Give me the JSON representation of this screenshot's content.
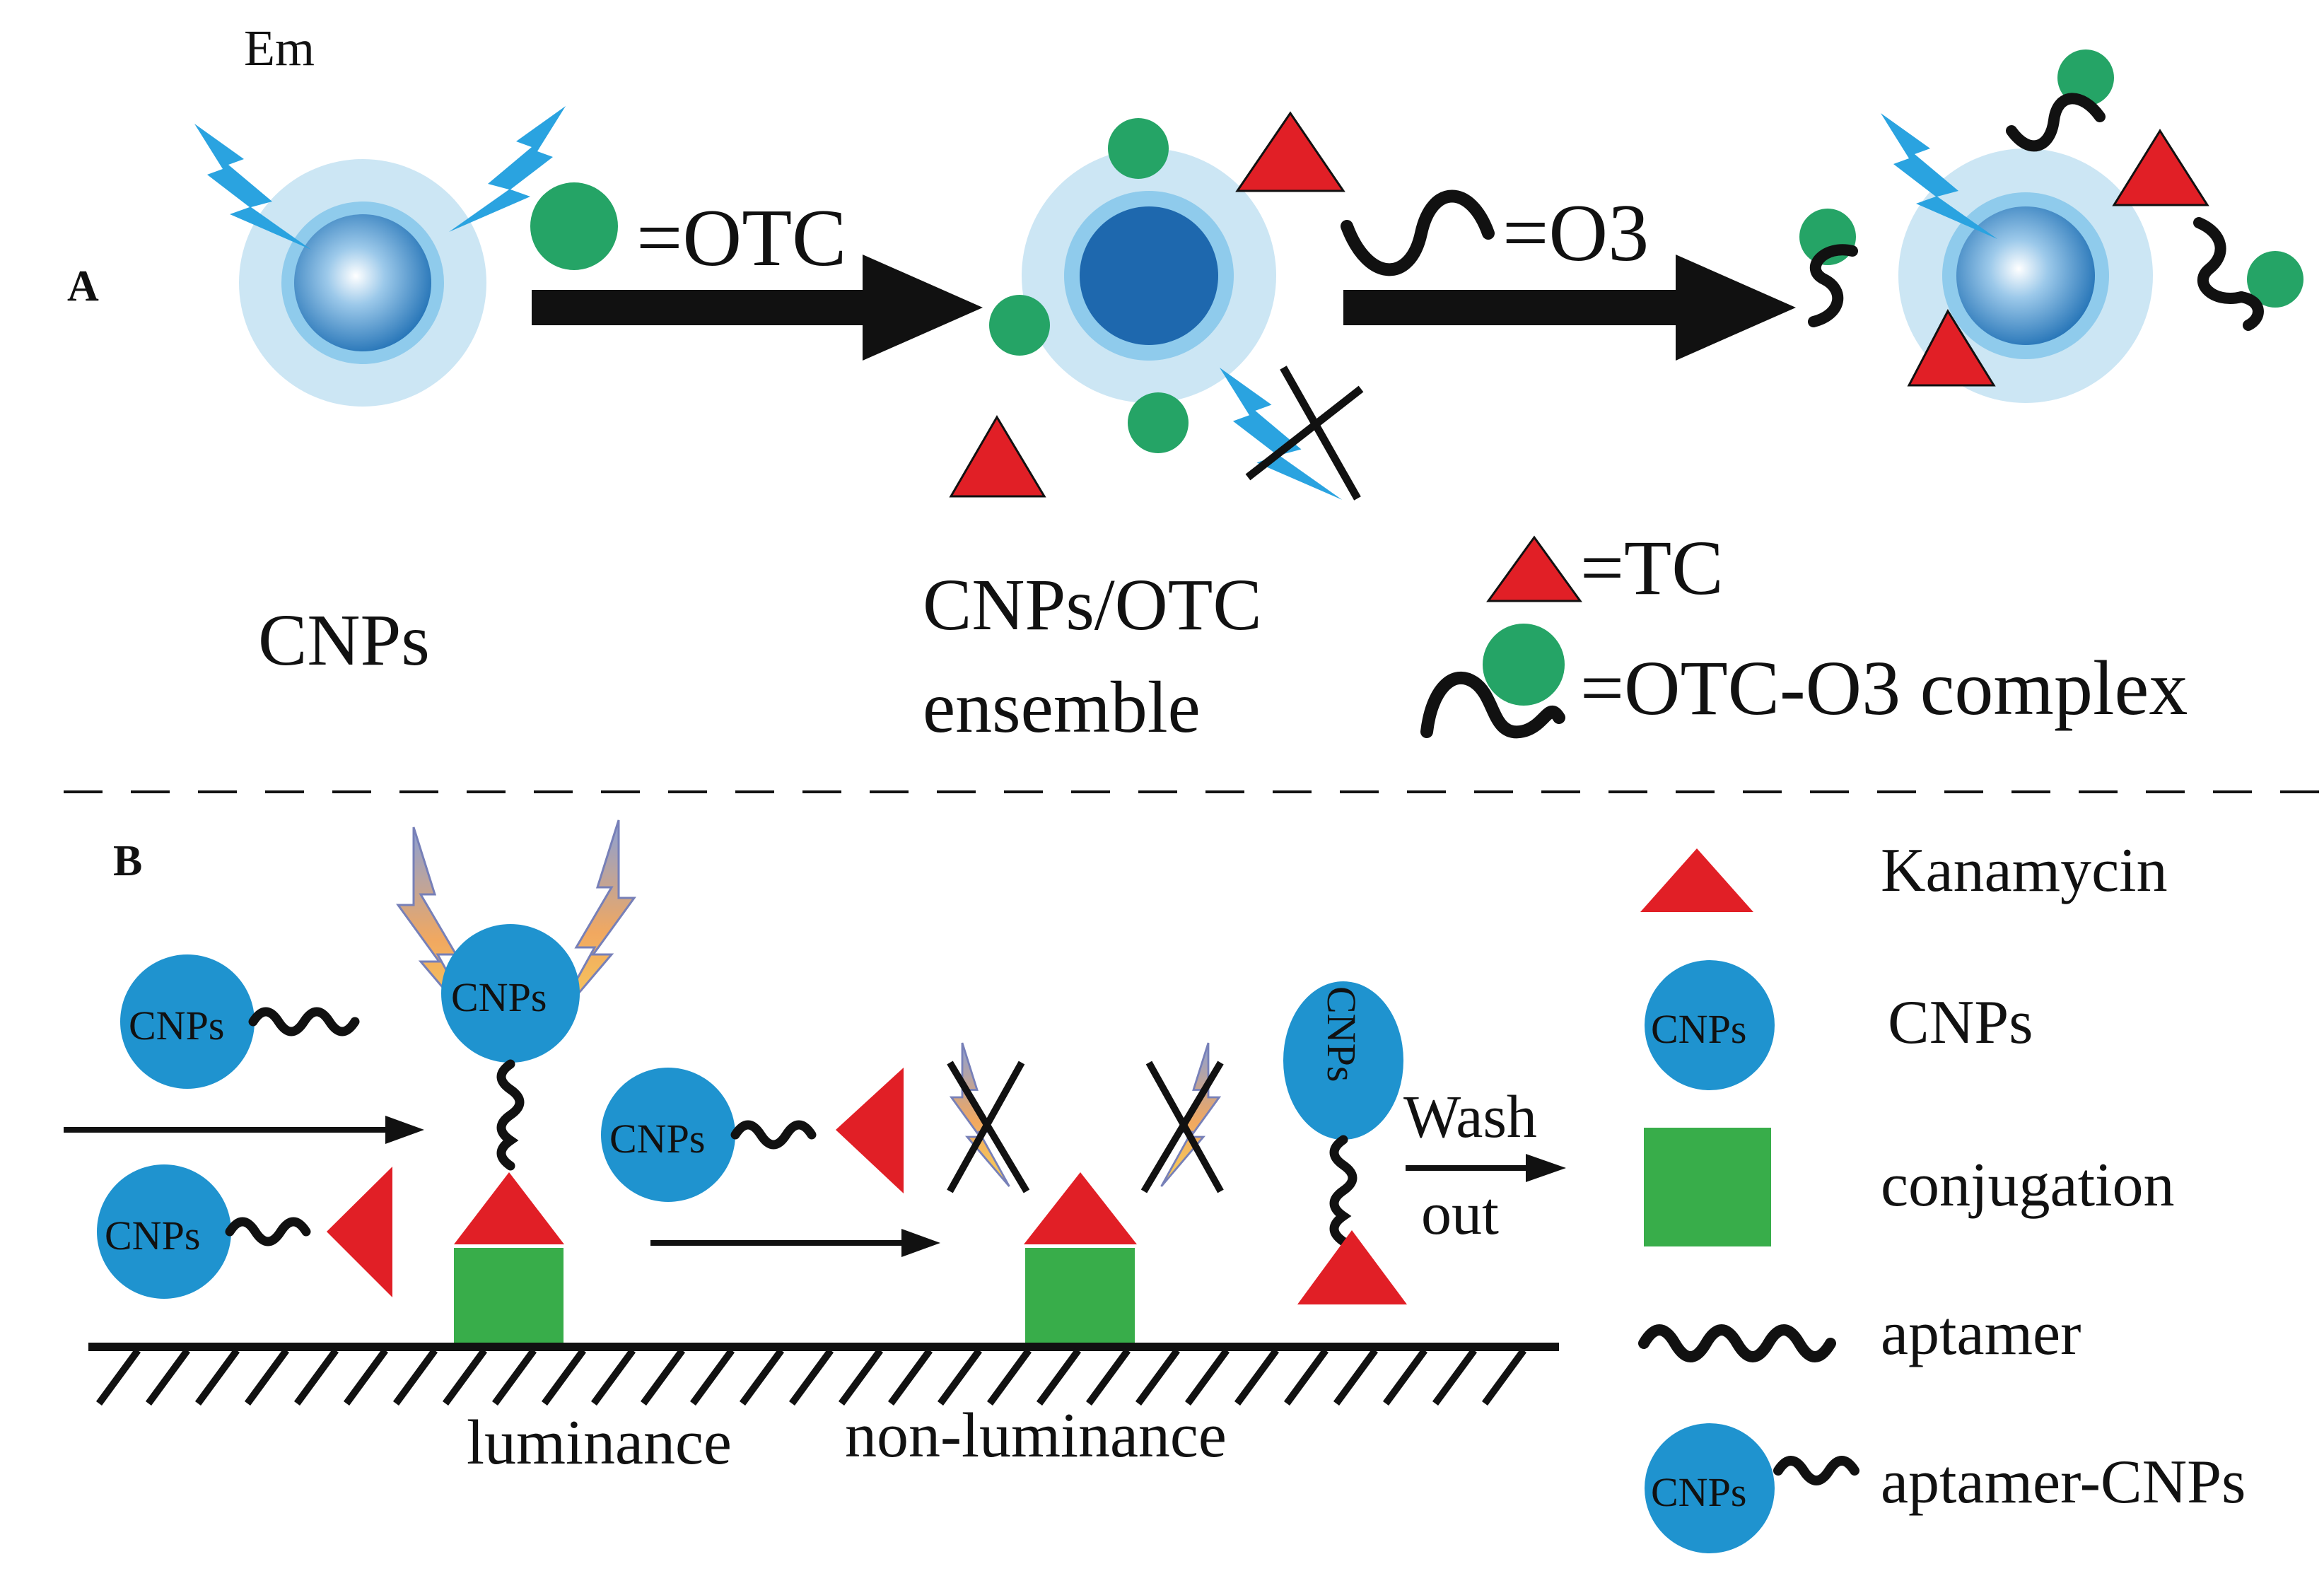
{
  "panelA": {
    "label": "A",
    "em_label": "Em",
    "otc_legend": "=OTC",
    "o3_legend": "=O3",
    "cnps_caption": "CNPs",
    "ensemble_line1": "CNPs/OTC",
    "ensemble_line2": "ensemble",
    "tc_legend": "=TC",
    "complex_legend": "=OTC-O3 complex"
  },
  "panelB": {
    "label": "B",
    "cnps_text": "CNPs",
    "wash_line1": "Wash",
    "wash_line2": "out",
    "luminance": "luminance",
    "non_luminance": "non-luminance",
    "legend": {
      "kanamycin": "Kanamycin",
      "cnps": "CNPs",
      "conjugation": "conjugation",
      "aptamer": "aptamer",
      "aptamer_cnps": "aptamer-CNPs"
    }
  },
  "colors": {
    "green": "#25a466",
    "red": "#e11f26",
    "cnp_blue": "#1f93cf",
    "halo": "#cde7f4",
    "conj_green": "#38ad4a",
    "bolt": "#2aa3e0"
  }
}
